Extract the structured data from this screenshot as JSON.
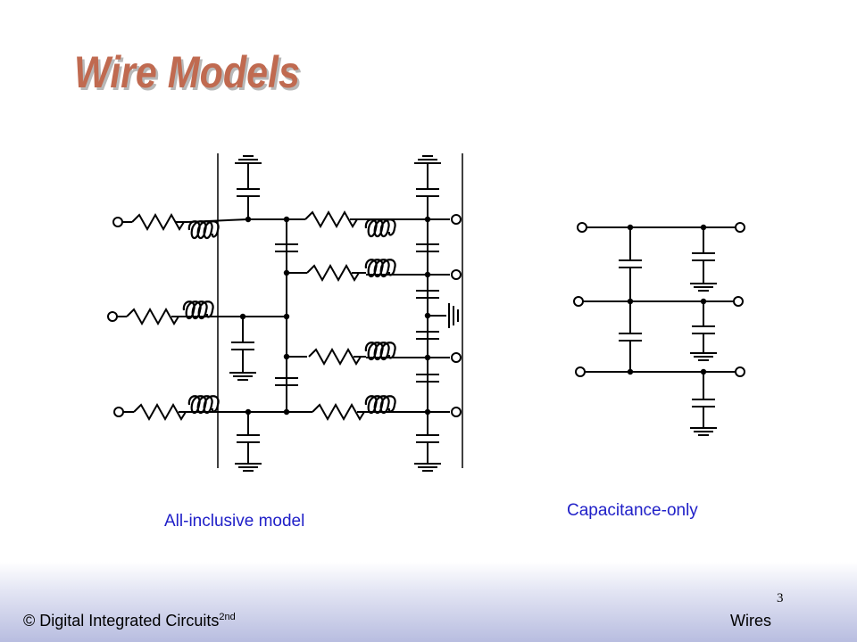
{
  "slide": {
    "title": "Wire Models",
    "page_number": "3"
  },
  "diagrams": {
    "all_inclusive_caption": "All-inclusive model",
    "capacitance_only_caption": "Capacitance-only"
  },
  "footer": {
    "course": "© Digital Integrated Circuits",
    "edition": "2nd",
    "section": "Wires"
  },
  "colors": {
    "title": "#c06a50",
    "caption": "#2020c8",
    "circuit": "#000000"
  }
}
